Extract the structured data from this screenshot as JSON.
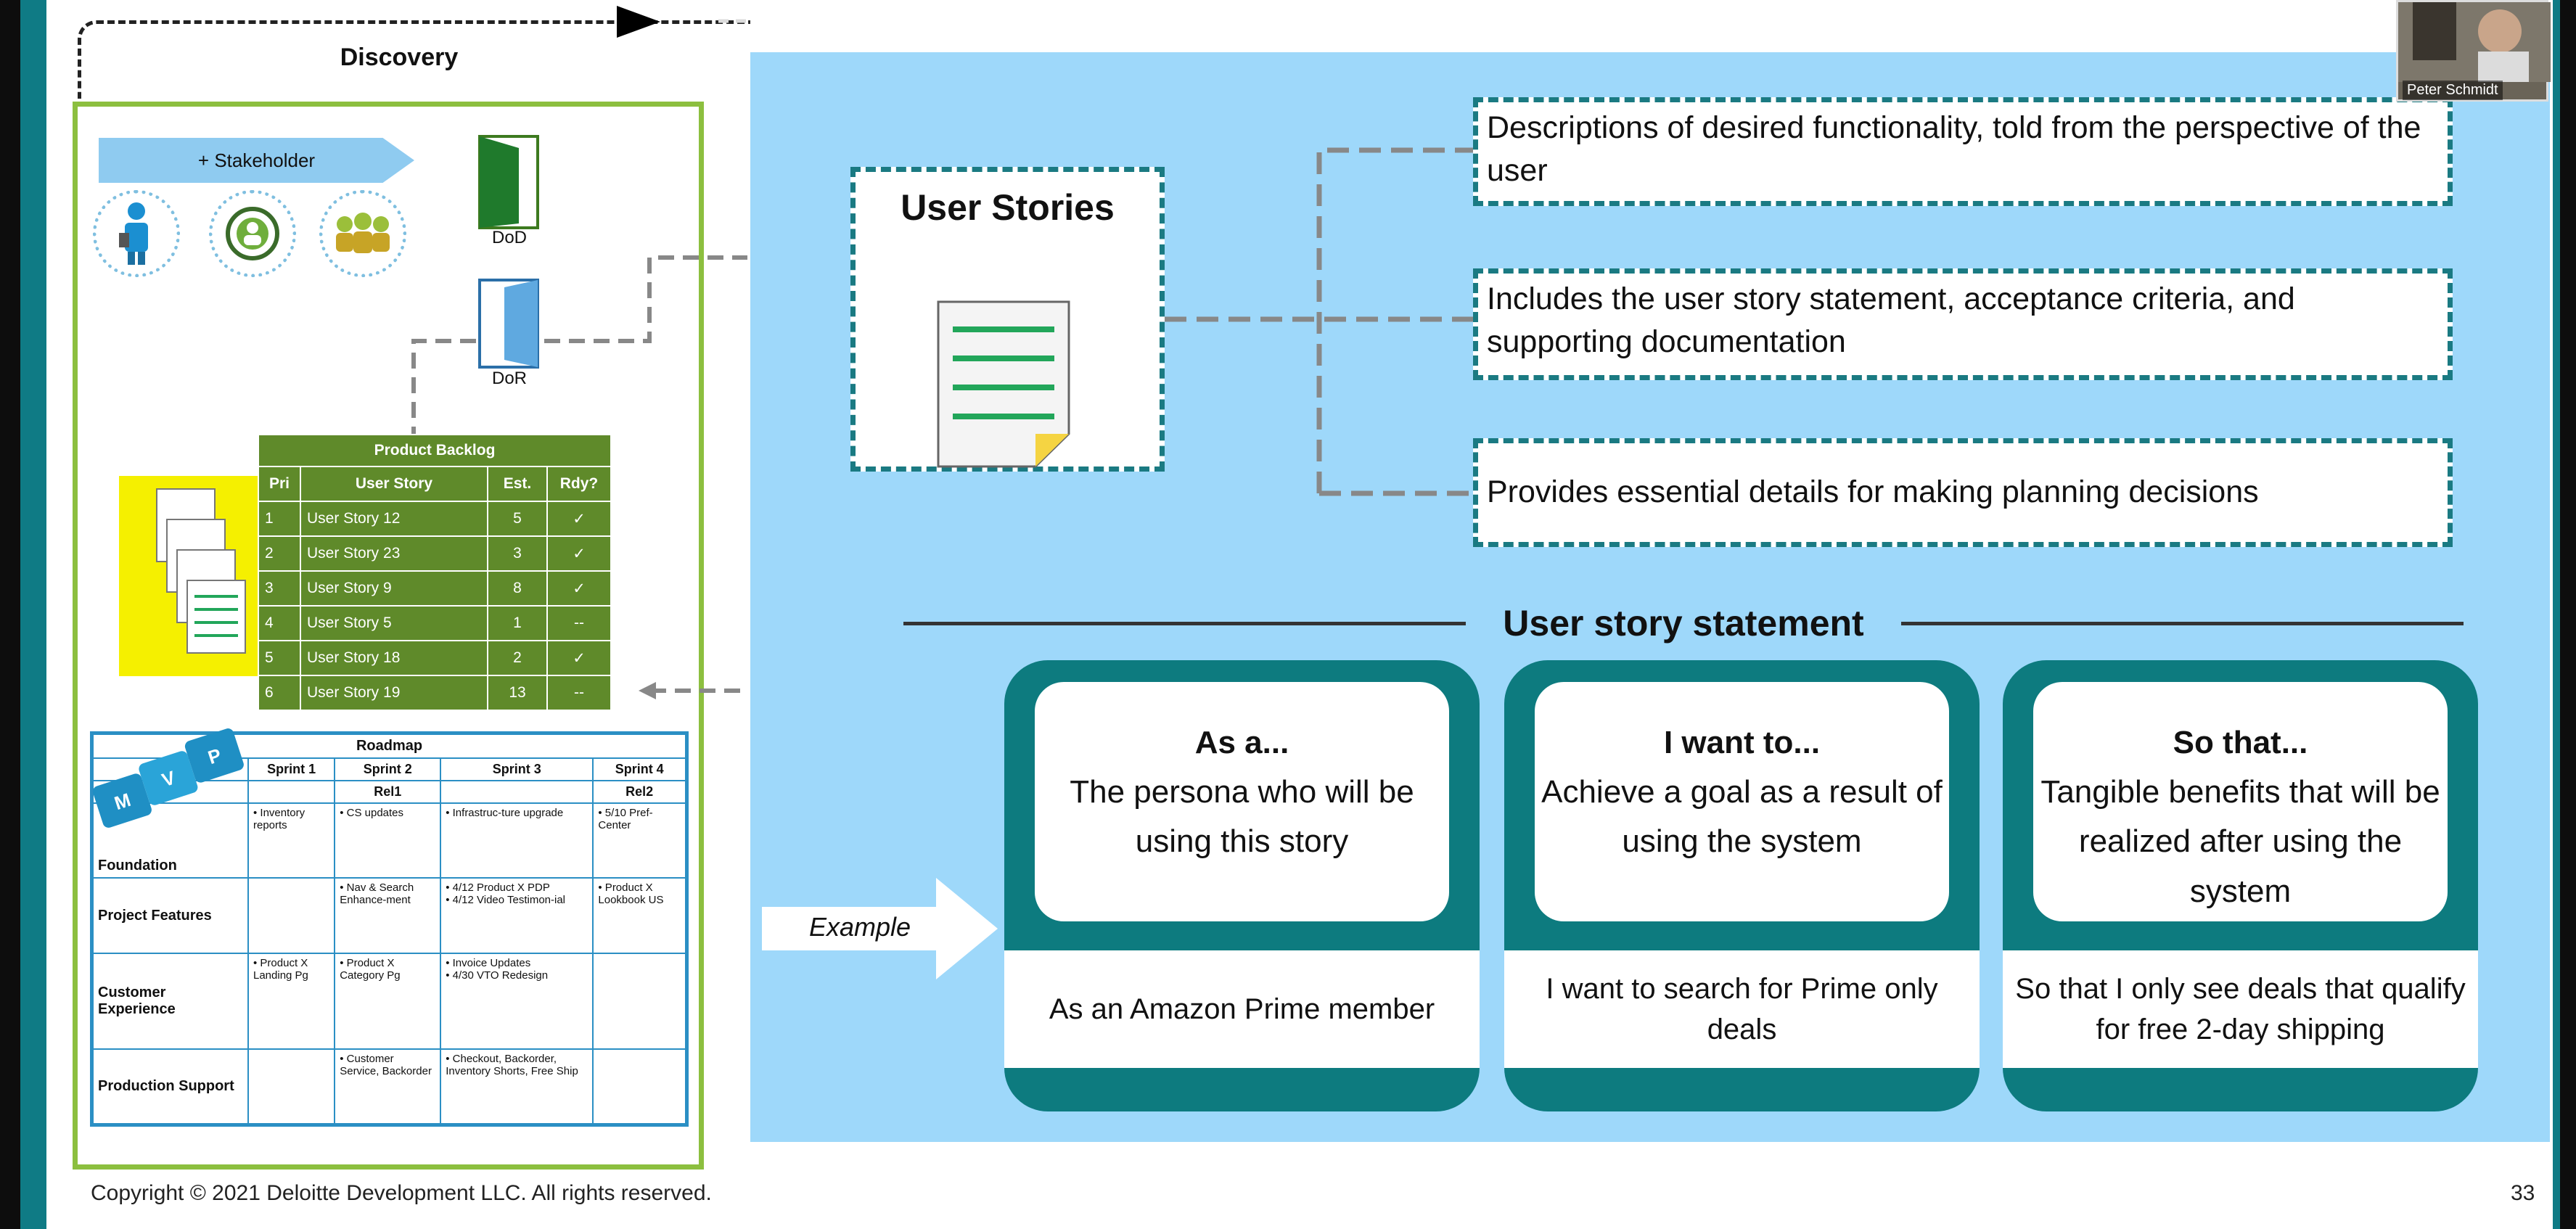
{
  "process": {
    "discovery_label": "Discovery"
  },
  "left_panel": {
    "stakeholder_label": "+ Stakeholder",
    "dod_label": "DoD",
    "dor_label": "DoR",
    "backlog": {
      "title": "Product Backlog",
      "columns": [
        "Pri",
        "User Story",
        "Est.",
        "Rdy?"
      ],
      "rows": [
        [
          "1",
          "User Story 12",
          "5",
          "✓"
        ],
        [
          "2",
          "User Story  23",
          "3",
          "✓"
        ],
        [
          "3",
          "User Story 9",
          "8",
          "✓"
        ],
        [
          "4",
          "User Story 5",
          "1",
          "--"
        ],
        [
          "5",
          "User Story 18",
          "2",
          "✓"
        ],
        [
          "6",
          "User Story 19",
          "13",
          "--"
        ]
      ]
    },
    "roadmap": {
      "title": "Roadmap",
      "puzzle_letters": [
        "M",
        "V",
        "P"
      ],
      "sprint_headers": [
        "Sprint 1",
        "Sprint 2",
        "Sprint 3",
        "Sprint 4"
      ],
      "release_row": [
        "",
        "Rel1",
        "",
        "Rel2"
      ],
      "rows": [
        {
          "label": "Foundation",
          "cells": [
            "• Inventory reports",
            "• CS updates",
            "• Infrastruc-ture upgrade",
            "• 5/10 Pref-Center"
          ]
        },
        {
          "label": "Project Features",
          "cells": [
            "",
            "• Nav & Search Enhance-ment",
            "• 4/12 Product X PDP\n• 4/12 Video Testimon-ial",
            "• Product X Lookbook US"
          ]
        },
        {
          "label": "Customer Experience",
          "cells": [
            "• Product X Landing Pg",
            "• Product X Category Pg",
            "• Invoice Updates\n• 4/30 VTO Redesign",
            ""
          ]
        },
        {
          "label": "Production Support",
          "cells": [
            "",
            "• Customer Service, Backorder",
            "• Checkout, Backorder, Inventory Shorts, Free Ship",
            ""
          ]
        }
      ]
    }
  },
  "user_stories": {
    "title": "User Stories",
    "descriptions": [
      "Descriptions of desired functionality, told from the perspective of the user",
      "Includes the user story statement, acceptance criteria, and supporting documentation",
      "Provides essential details for making planning decisions"
    ],
    "statement_heading": "User story statement",
    "example_label": "Example",
    "cards": [
      {
        "heading": "As a...",
        "body": "The persona who will be using this story",
        "example": "As an Amazon Prime member"
      },
      {
        "heading": "I want to...",
        "body": "Achieve a goal as a result of using the system",
        "example": "I want to search for Prime only deals"
      },
      {
        "heading": "So that...",
        "body": "Tangible benefits that will be realized after using the system",
        "example": "So that I only see deals that qualify for free 2-day shipping"
      }
    ]
  },
  "video": {
    "participant_name": "Peter Schmidt"
  },
  "footer": {
    "copyright": "Copyright © 2021 Deloitte Development LLC. All rights reserved.",
    "page_number": "33"
  },
  "colors": {
    "teal": "#0d7b7f",
    "light_blue": "#9ed8fa",
    "backlog_green": "#5f8a2a",
    "panel_green": "#8cbf3f"
  }
}
